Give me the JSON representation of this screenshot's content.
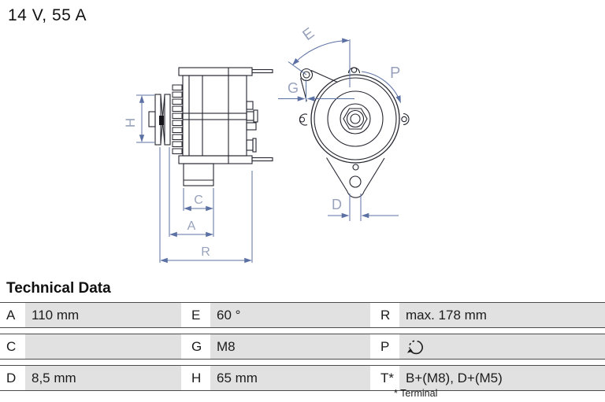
{
  "header": {
    "rating": "14 V, 55 A"
  },
  "diagram": {
    "labels": {
      "H": "H",
      "C": "C",
      "A": "A",
      "R": "R",
      "E": "E",
      "G": "G",
      "P": "P",
      "D": "D"
    },
    "colors": {
      "dimension_line": "#5c71a3",
      "dimension_label": "#98a2bc",
      "drawing_line": "#24252f"
    }
  },
  "technical_data": {
    "title": "Technical Data",
    "rows": [
      {
        "cells": [
          {
            "key": "A",
            "value": "110 mm"
          },
          {
            "key": "E",
            "value": "60 °"
          },
          {
            "key": "R",
            "value": "max. 178 mm"
          }
        ]
      },
      {
        "cells": [
          {
            "key": "C",
            "value": ""
          },
          {
            "key": "G",
            "value": "M8"
          },
          {
            "key": "P",
            "value": "",
            "icon": "rotation-direction"
          }
        ]
      },
      {
        "cells": [
          {
            "key": "D",
            "value": "8,5 mm"
          },
          {
            "key": "H",
            "value": "65 mm"
          },
          {
            "key": "T*",
            "value": "B+(M8), D+(M5)"
          }
        ]
      }
    ],
    "footnote": "* Terminal"
  }
}
